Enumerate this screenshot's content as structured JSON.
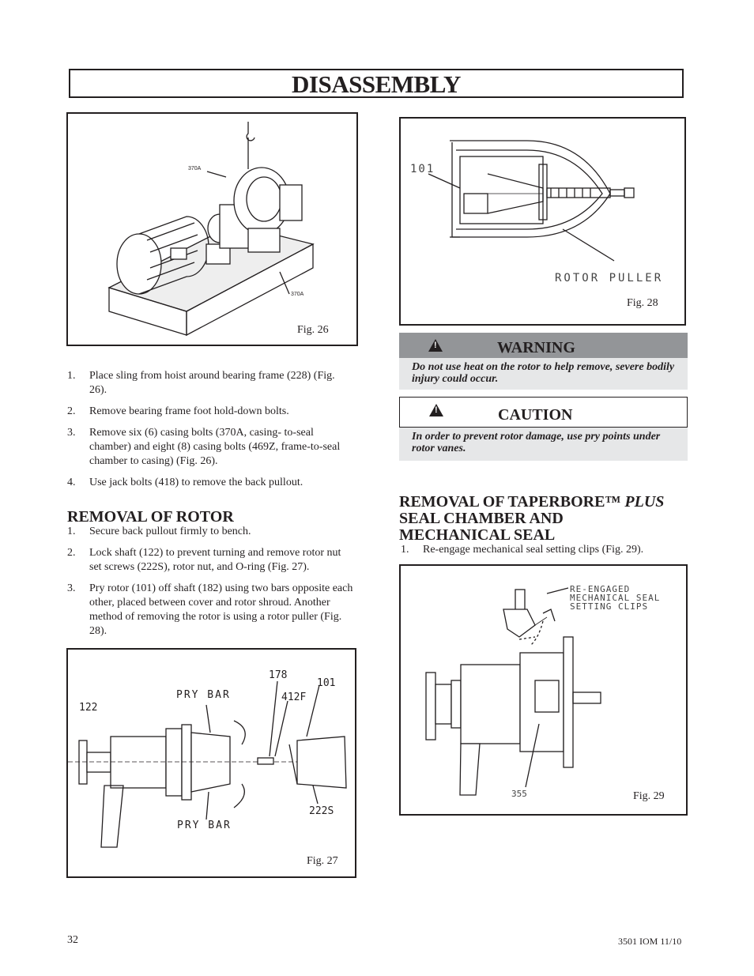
{
  "page": {
    "title": "DISASSEMBLY",
    "page_number": "32",
    "doc_code": "3501 IOM 11/10"
  },
  "figures": {
    "fig26": {
      "caption": "Fig. 26",
      "labels": [
        "370A",
        "370A"
      ]
    },
    "fig27": {
      "caption": "Fig. 27",
      "labels": [
        "178",
        "101",
        "122",
        "PRY BAR",
        "412F",
        "222S",
        "PRY BAR"
      ]
    },
    "fig28": {
      "caption": "Fig. 28",
      "labels": [
        "101",
        "ROTOR PULLER"
      ]
    },
    "fig29": {
      "caption": "Fig. 29",
      "labels": [
        "RE-ENGAGED",
        "MECHANICAL SEAL",
        "SETTING CLIPS",
        "355"
      ]
    }
  },
  "intro_steps": [
    {
      "num": "1.",
      "text": "Place sling from hoist around bearing frame (228) (Fig. 26)."
    },
    {
      "num": "2.",
      "text": "Remove bearing frame foot hold-down bolts."
    },
    {
      "num": "3.",
      "text": "Remove six (6) casing bolts (370A, casing- to-seal chamber) and eight (8) casing bolts (469Z, frame-to-seal chamber to casing) (Fig. 26)."
    },
    {
      "num": "4.",
      "text": "Use jack bolts (418) to remove the back pullout."
    }
  ],
  "removal_of_rotor": {
    "heading": "REMOVAL OF ROTOR",
    "steps": [
      {
        "num": "1.",
        "text": "Secure back pullout firmly to bench."
      },
      {
        "num": "2.",
        "text": "Lock shaft (122) to prevent turning and remove rotor nut set screws (222S), rotor nut, and O-ring (Fig. 27)."
      },
      {
        "num": "3.",
        "text": "Pry rotor (101) off shaft (182) using two bars opposite each other, placed between cover and rotor shroud.  Another method of removing the rotor  is using a rotor puller (Fig. 28)."
      }
    ]
  },
  "warning": {
    "label": "WARNING",
    "icon": "warning-triangle-icon",
    "text": "Do not use heat on the rotor to help remove, severe bodily injury could occur."
  },
  "caution": {
    "label": "CAUTION",
    "icon": "warning-triangle-icon",
    "text": "In order to prevent rotor damage, use pry points under rotor vanes."
  },
  "removal_of_taperbore": {
    "heading_prefix": "REMOVAL OF TAPERBORE™ ",
    "heading_italic": "PLUS",
    "heading_line2": "SEAL CHAMBER AND",
    "heading_line3": "MECHANICAL SEAL",
    "steps": [
      {
        "num": "1.",
        "text": "Re-engage mechanical seal setting clips (Fig. 29)."
      }
    ]
  },
  "colors": {
    "alert_header": "#939598",
    "alert_body": "#e6e7e8",
    "ink": "#231f20"
  }
}
